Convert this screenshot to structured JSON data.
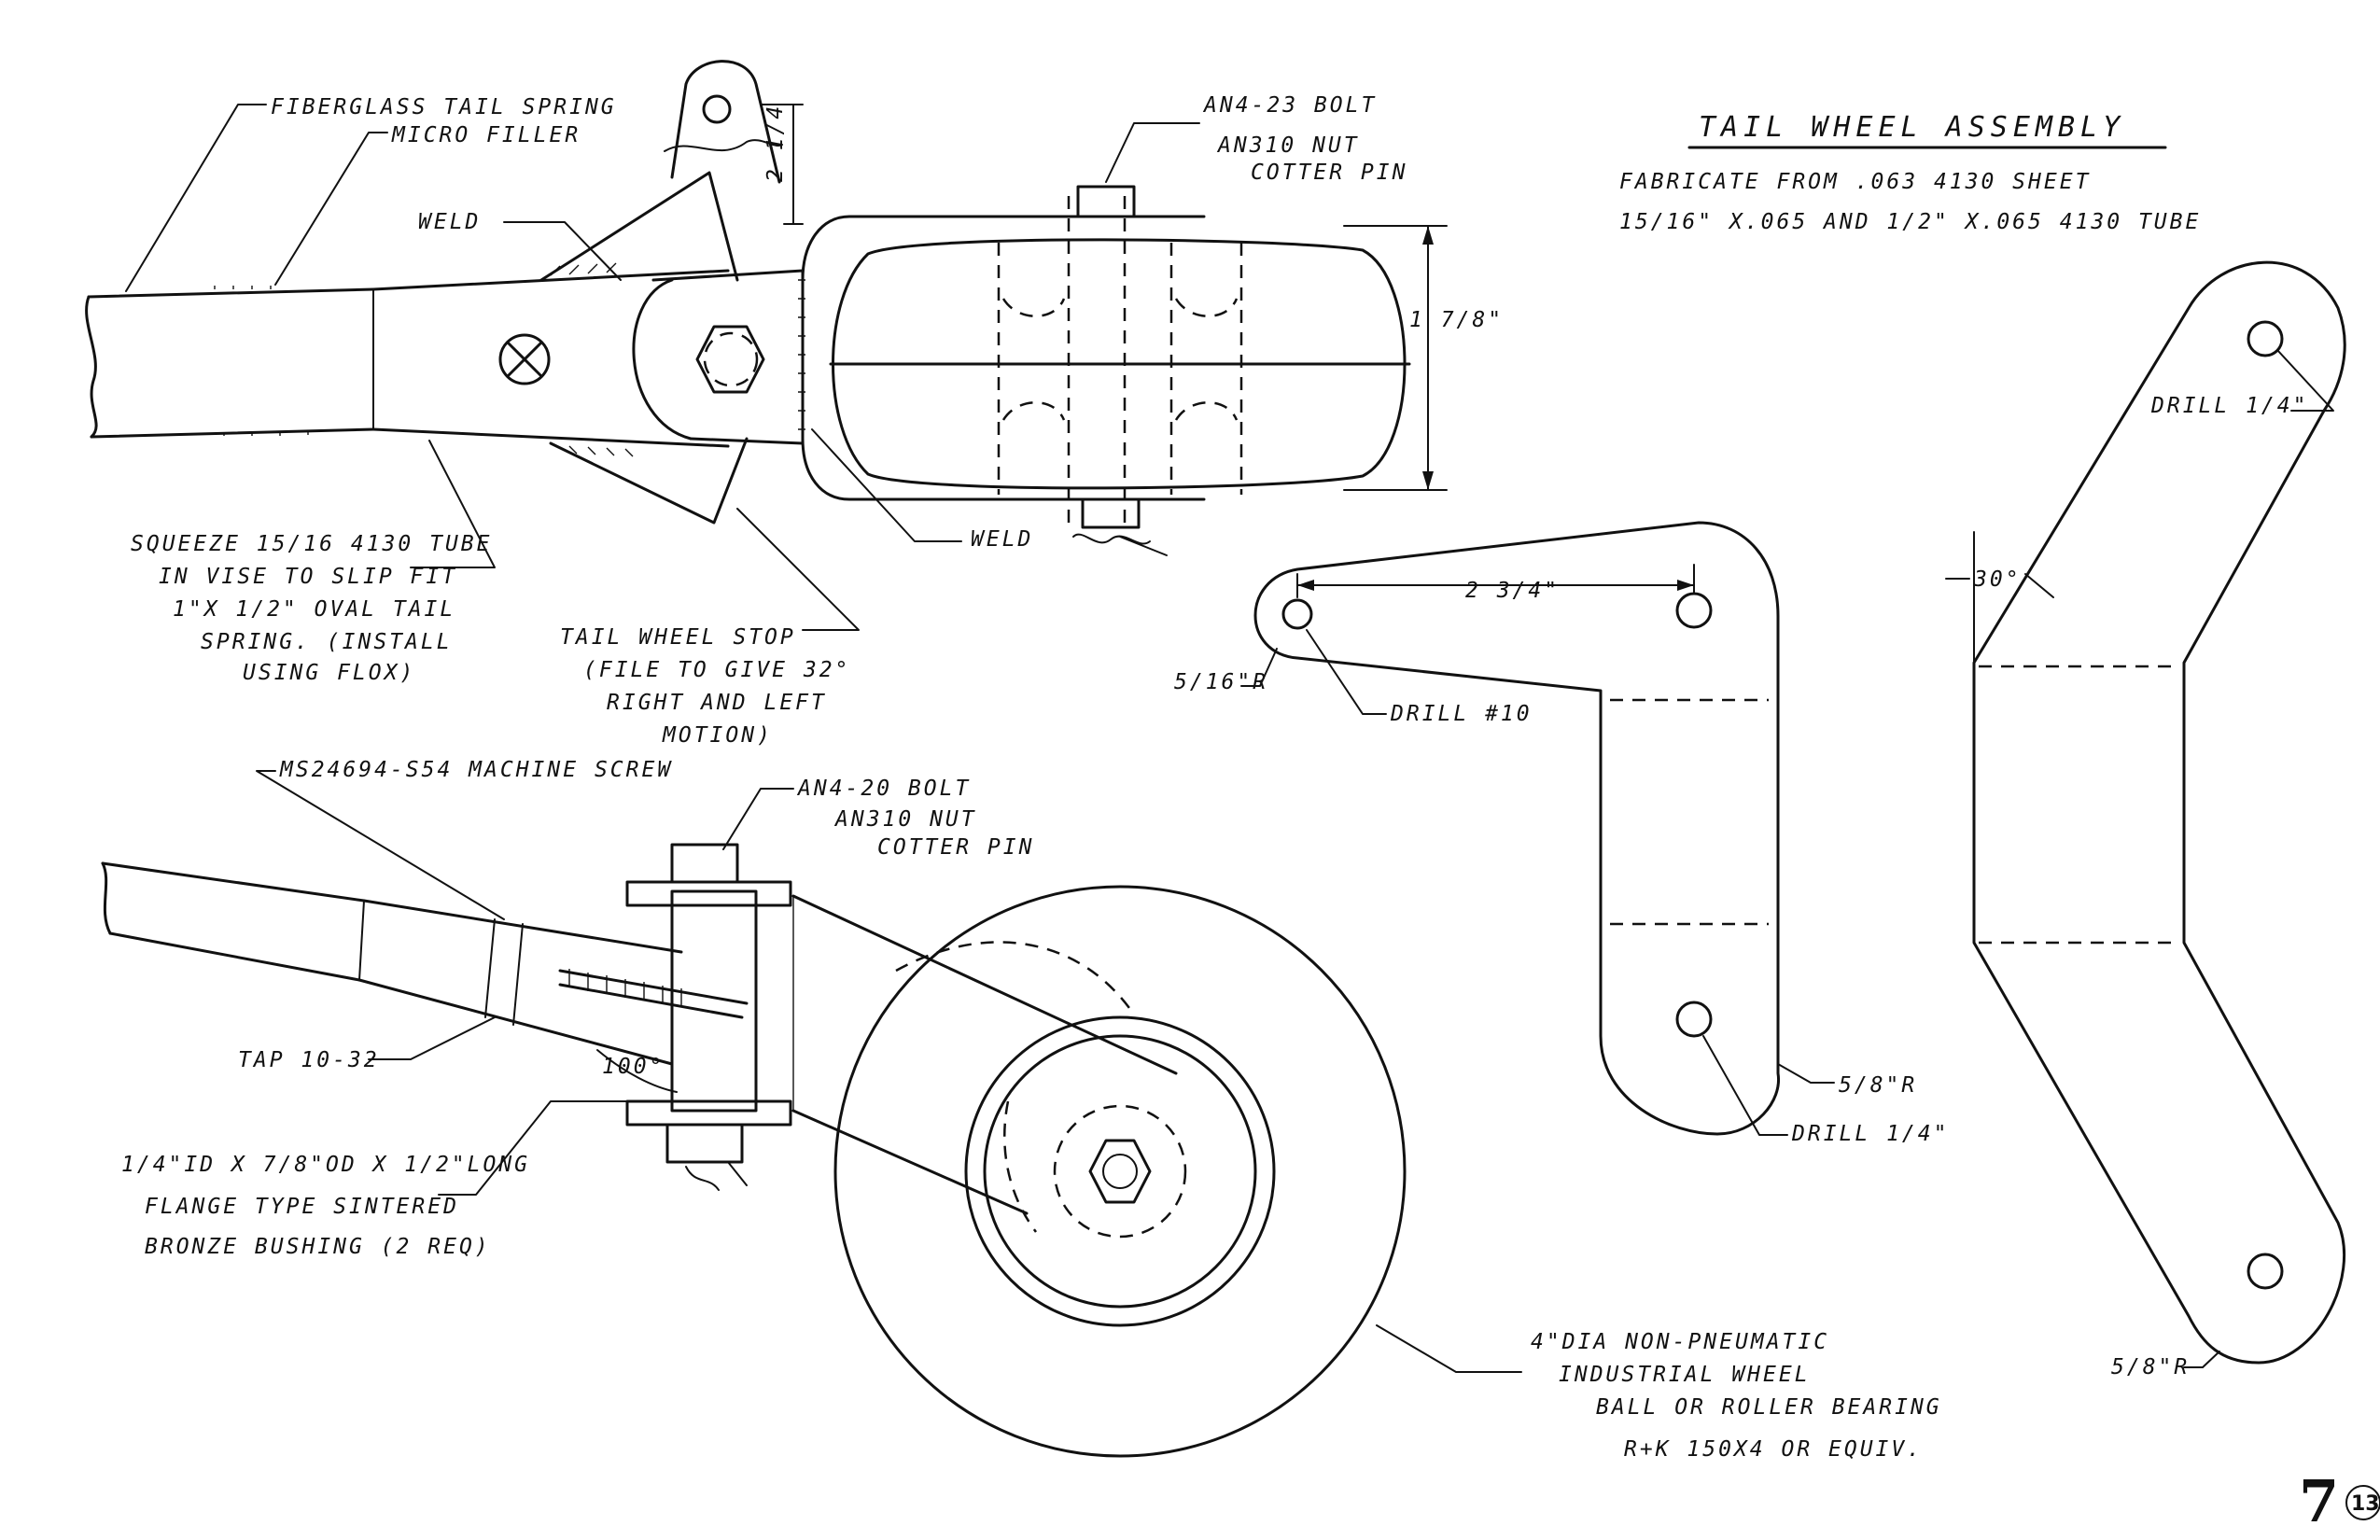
{
  "title": "TAIL WHEEL ASSEMBLY",
  "material_notes": [
    "FABRICATE FROM .063 4130 SHEET",
    "15/16\" X.065 AND 1/2\" X.065 4130 TUBE"
  ],
  "top_view": {
    "callouts": {
      "spring": "FIBERGLASS TAIL SPRING",
      "filler": "MICRO FILLER",
      "weld_upper": "WELD",
      "bolt": [
        "AN4-23 BOLT",
        "AN310 NUT",
        "COTTER PIN"
      ],
      "weld_lower": "WELD",
      "squeeze": [
        "SQUEEZE 15/16 4130 TUBE",
        "IN VISE TO SLIP FIT",
        "1\"X 1/2\" OVAL TAIL",
        "SPRING. (INSTALL",
        "USING FLOX)"
      ],
      "stop": [
        "TAIL WHEEL STOP",
        "(FILE TO GIVE 32°",
        "RIGHT AND LEFT",
        "MOTION)"
      ]
    },
    "dims": {
      "lug_height": "2 1/4",
      "wheel_height": "1 7/8\""
    }
  },
  "side_view": {
    "callouts": {
      "screw": "MS24694-S54 MACHINE SCREW",
      "bolt": [
        "AN4-20 BOLT",
        "AN310 NUT",
        "COTTER PIN"
      ],
      "tap": "TAP 10-32",
      "angle": "100°",
      "bushing": [
        "1/4\"ID X 7/8\"OD X 1/2\"LONG",
        "FLANGE TYPE SINTERED",
        "BRONZE BUSHING (2 REQ)"
      ],
      "wheel": [
        "4\"DIA NON-PNEUMATIC",
        "INDUSTRIAL WHEEL",
        "BALL OR ROLLER BEARING",
        "R+K 150X4 OR EQUIV."
      ]
    }
  },
  "flat_pattern_1": {
    "dim_span": "2 3/4\"",
    "radius_small": "5/16\"R",
    "drill_small": "DRILL #10",
    "radius_large": "5/8\"R",
    "drill_large": "DRILL 1/4\""
  },
  "flat_pattern_2": {
    "drill": "DRILL 1/4\"",
    "angle": "30°",
    "radius": "5/8\"R"
  },
  "page": {
    "number": "7",
    "circled": "13"
  }
}
